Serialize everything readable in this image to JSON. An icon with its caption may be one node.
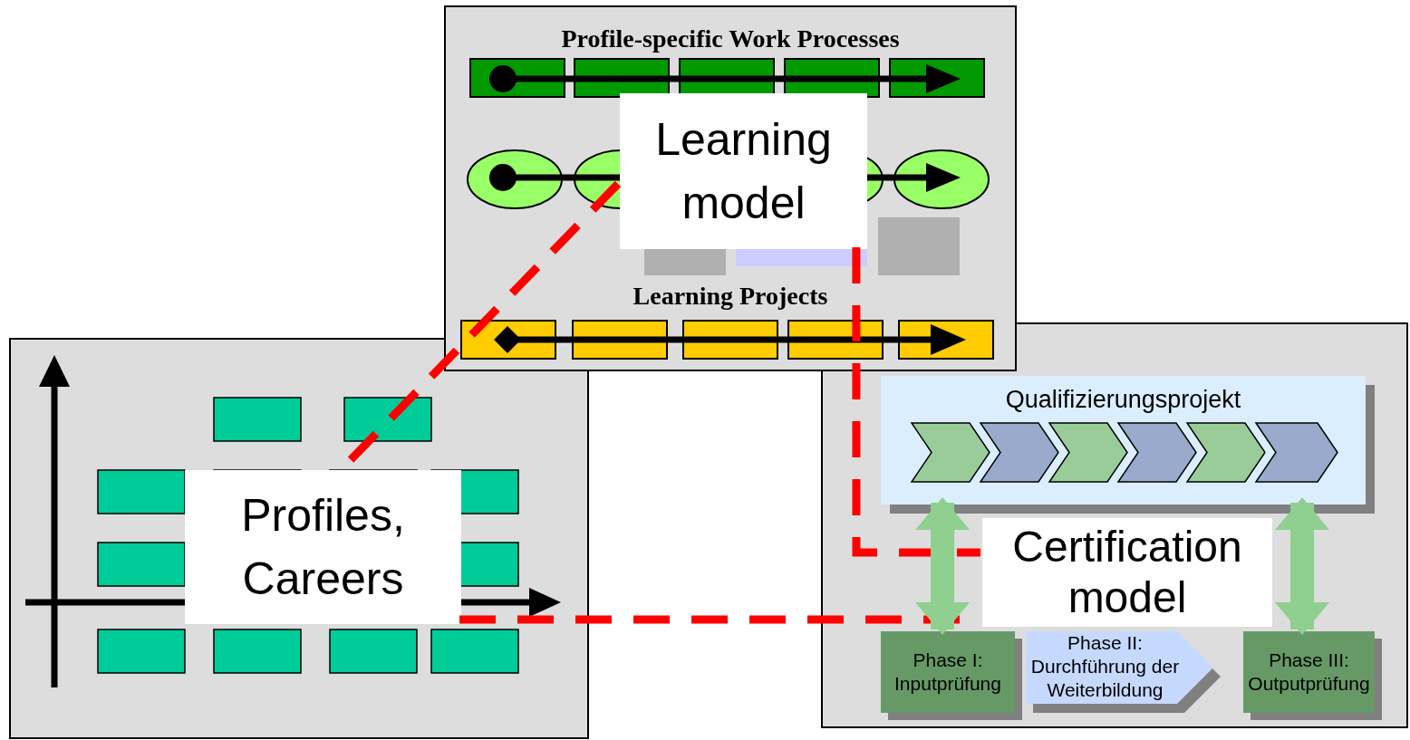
{
  "diagram": {
    "nodes": [
      {
        "text": [
          "Profile-specific Work Processes",
          "Learning Projects"
        ]
      },
      {
        "text": [
          "Learning model"
        ],
        "in": 0
      },
      {
        "text": [],
        "shape": "box"
      },
      {
        "text": [
          "Profiles, Careers"
        ],
        "in": 2
      },
      {
        "text": [],
        "shape": "box"
      },
      {
        "text": [
          "Qualifizierungsprojekt"
        ],
        "in": 4
      },
      {
        "text": [
          "Certification model"
        ],
        "in": 4
      },
      {
        "text": [
          "Phase I: Inputprüfung"
        ],
        "in": 4
      },
      {
        "text": [
          "Phase II: Durchführung der Weiterbildung"
        ],
        "in": 4
      },
      {
        "text": [
          "Phase III: Outputprüfung"
        ],
        "in": 4
      }
    ],
    "edges": [
      {
        "from": 1,
        "to": 3,
        "arrow": "none",
        "style": "dashed",
        "color": "#ff0000"
      },
      {
        "from": 1,
        "to": 6,
        "arrow": "none",
        "style": "dashed",
        "color": "#ff0000"
      },
      {
        "from": 3,
        "to": 6,
        "arrow": "none",
        "style": "dashed",
        "color": "#ff0000"
      },
      {
        "from": 5,
        "to": 7,
        "arrow": "both",
        "style": "thick",
        "color": "#8fcf8f"
      },
      {
        "from": 5,
        "to": 9,
        "arrow": "both",
        "style": "thick",
        "color": "#8fcf8f"
      }
    ]
  }
}
